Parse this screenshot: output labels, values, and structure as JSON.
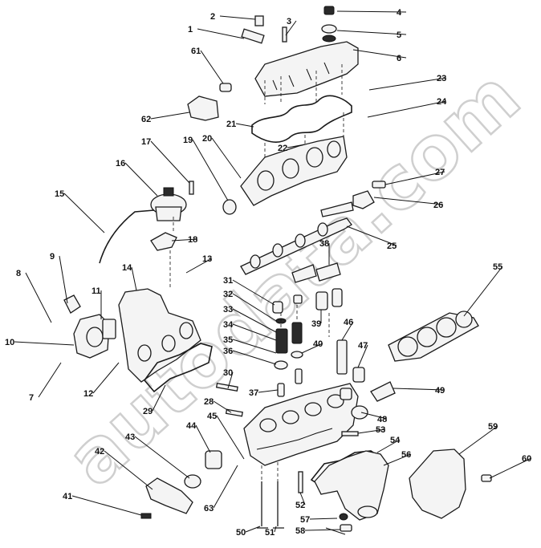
{
  "watermark": "autodata.com",
  "callouts": [
    {
      "id": 1,
      "label": "1"
    },
    {
      "id": 2,
      "label": "2"
    },
    {
      "id": 3,
      "label": "3"
    },
    {
      "id": 4,
      "label": "4"
    },
    {
      "id": 5,
      "label": "5"
    },
    {
      "id": 6,
      "label": "6"
    },
    {
      "id": 7,
      "label": "7"
    },
    {
      "id": 8,
      "label": "8"
    },
    {
      "id": 9,
      "label": "9"
    },
    {
      "id": 10,
      "label": "10"
    },
    {
      "id": 11,
      "label": "11"
    },
    {
      "id": 12,
      "label": "12"
    },
    {
      "id": 13,
      "label": "13"
    },
    {
      "id": 14,
      "label": "14"
    },
    {
      "id": 15,
      "label": "15"
    },
    {
      "id": 16,
      "label": "16"
    },
    {
      "id": 17,
      "label": "17"
    },
    {
      "id": 18,
      "label": "18"
    },
    {
      "id": 19,
      "label": "19"
    },
    {
      "id": 20,
      "label": "20"
    },
    {
      "id": 21,
      "label": "21"
    },
    {
      "id": 22,
      "label": "22"
    },
    {
      "id": 23,
      "label": "23"
    },
    {
      "id": 24,
      "label": "24"
    },
    {
      "id": 25,
      "label": "25"
    },
    {
      "id": 26,
      "label": "26"
    },
    {
      "id": 27,
      "label": "27"
    },
    {
      "id": 28,
      "label": "28"
    },
    {
      "id": 29,
      "label": "29"
    },
    {
      "id": 30,
      "label": "30"
    },
    {
      "id": 31,
      "label": "31"
    },
    {
      "id": 32,
      "label": "32"
    },
    {
      "id": 33,
      "label": "33"
    },
    {
      "id": 34,
      "label": "34"
    },
    {
      "id": 35,
      "label": "35"
    },
    {
      "id": 36,
      "label": "36"
    },
    {
      "id": 37,
      "label": "37"
    },
    {
      "id": 38,
      "label": "38"
    },
    {
      "id": 39,
      "label": "39"
    },
    {
      "id": 40,
      "label": "40"
    },
    {
      "id": 41,
      "label": "41"
    },
    {
      "id": 42,
      "label": "42"
    },
    {
      "id": 43,
      "label": "43"
    },
    {
      "id": 44,
      "label": "44"
    },
    {
      "id": 45,
      "label": "45"
    },
    {
      "id": 46,
      "label": "46"
    },
    {
      "id": 47,
      "label": "47"
    },
    {
      "id": 48,
      "label": "48"
    },
    {
      "id": 49,
      "label": "49"
    },
    {
      "id": 50,
      "label": "50"
    },
    {
      "id": 51,
      "label": "51"
    },
    {
      "id": 52,
      "label": "52"
    },
    {
      "id": 53,
      "label": "53"
    },
    {
      "id": 54,
      "label": "54"
    },
    {
      "id": 55,
      "label": "55"
    },
    {
      "id": 56,
      "label": "56"
    },
    {
      "id": 57,
      "label": "57"
    },
    {
      "id": 58,
      "label": "58"
    },
    {
      "id": 59,
      "label": "59"
    },
    {
      "id": 60,
      "label": "60"
    },
    {
      "id": 61,
      "label": "61"
    },
    {
      "id": 62,
      "label": "62"
    },
    {
      "id": 63,
      "label": "63"
    }
  ]
}
